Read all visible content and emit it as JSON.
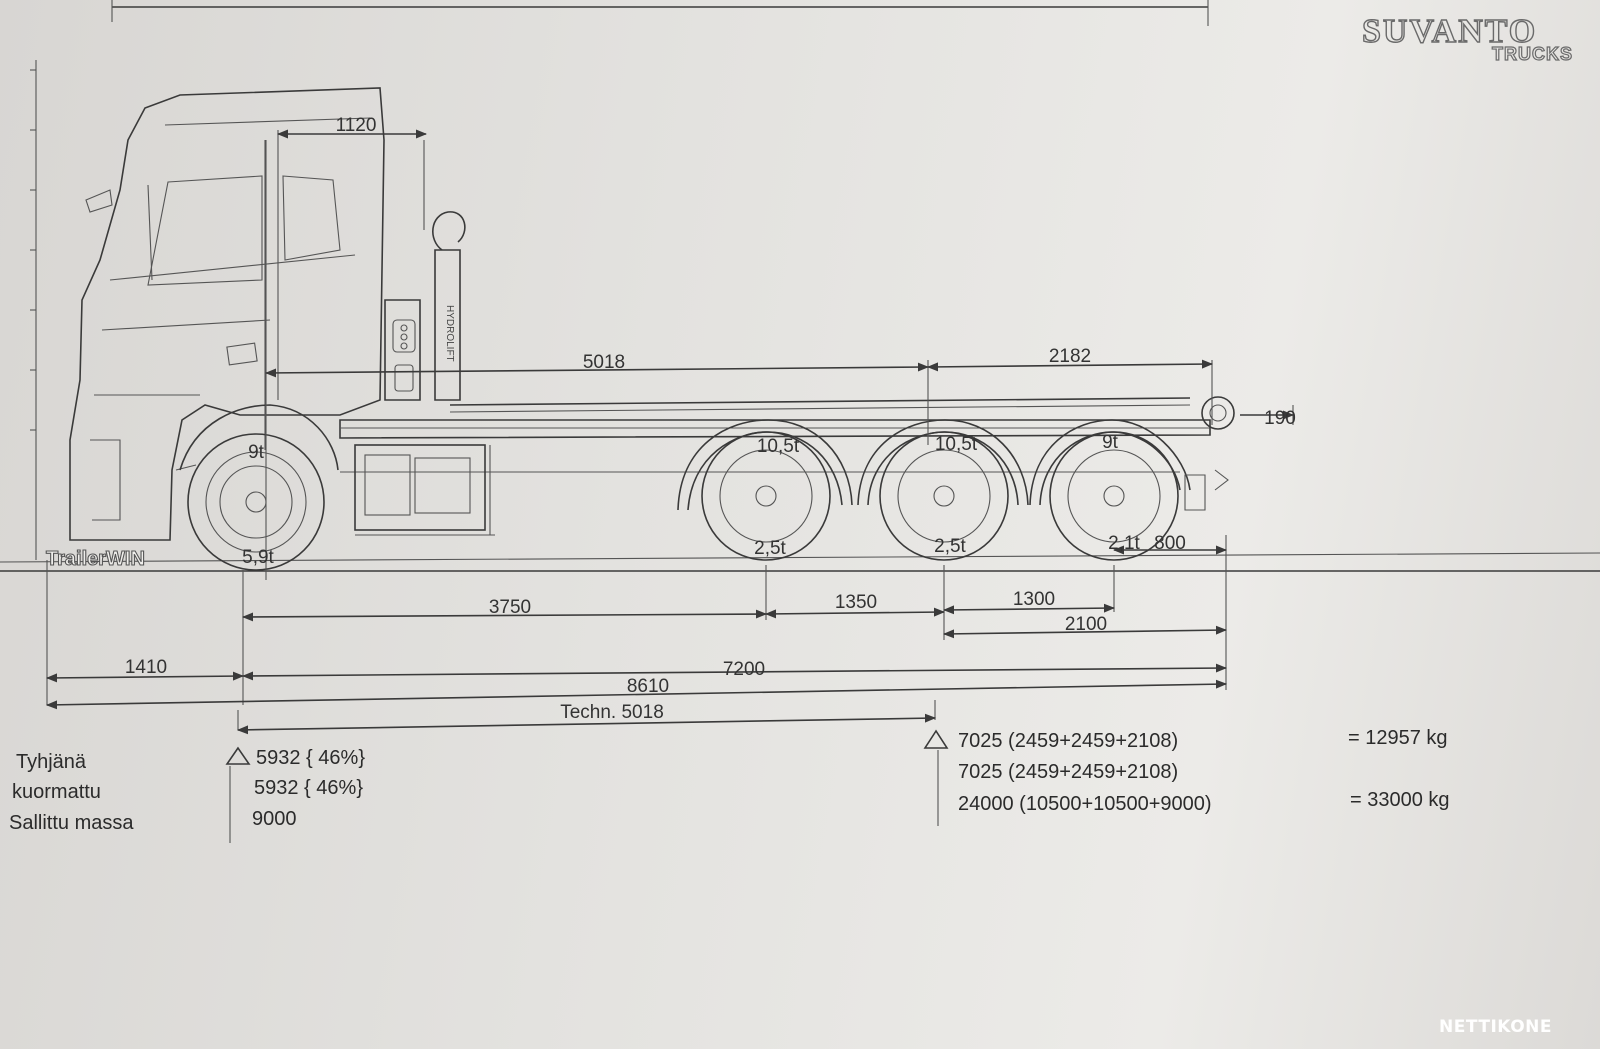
{
  "logo": {
    "main": "SUVANTO",
    "sub": "TRUCKS"
  },
  "top_dimension": "",
  "software_label": "TrailerWIN",
  "body": {
    "brand": "HYDROLIFT"
  },
  "dimensions": {
    "cab_to_hook": "1120",
    "hook_to_bogie": "5018",
    "bogie_to_rear": "2182",
    "rear_overhang": "190",
    "front_to_axle1": "1410",
    "axle1_to_axle2": "3750",
    "axle2_to_axle3": "1350",
    "axle3_to_axle4": "1300",
    "axle3_to_rear": "2100",
    "rear_end": "800",
    "overall_length": "8610",
    "wheelbase_total": "7200",
    "technical_wheelbase": "Techn. 5018"
  },
  "axles": [
    {
      "top": "9t",
      "bottom": "5,9t"
    },
    {
      "top": "10,5t",
      "bottom": "2,5t"
    },
    {
      "top": "10,5t",
      "bottom": "2,5t"
    },
    {
      "top": "9t",
      "bottom": "2,1t"
    }
  ],
  "weights": {
    "labels": [
      "Tyhjänä",
      "kuormattu",
      "Sallittu massa"
    ],
    "front": [
      "5932 { 46%}",
      "5932 { 46%}",
      "9000"
    ],
    "rear": [
      "7025 (2459+2459+2108)",
      "7025 (2459+2459+2108)",
      "24000 (10500+10500+9000)"
    ],
    "totals": [
      "= 12957 kg",
      "= 33000 kg"
    ]
  },
  "watermark": "NETTIKONE"
}
